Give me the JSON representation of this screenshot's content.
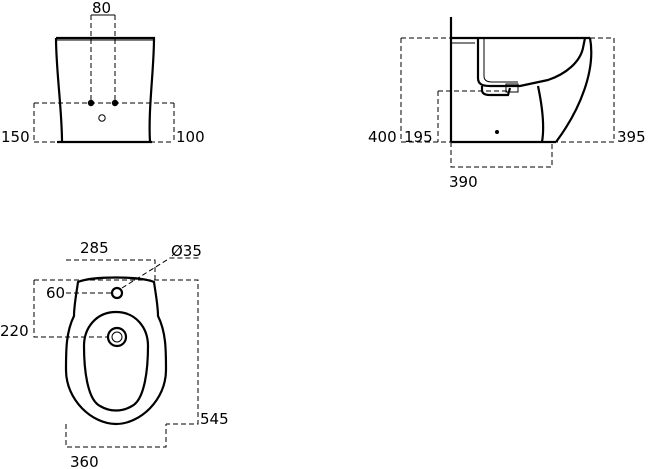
{
  "front_view": {
    "dim_center_distance": "80",
    "dim_left_height": "150",
    "dim_right_height": "100"
  },
  "side_view": {
    "dim_total_height": "400",
    "dim_outlet_height": "195",
    "dim_rim_height": "395",
    "dim_outlet_depth": "390"
  },
  "top_view": {
    "dim_tap_hole_offset": "285",
    "dim_tap_hole_diameter": "Ø35",
    "dim_tap_hole_from_back": "60",
    "dim_drain_from_back": "220",
    "dim_length": "545",
    "dim_width": "360"
  }
}
